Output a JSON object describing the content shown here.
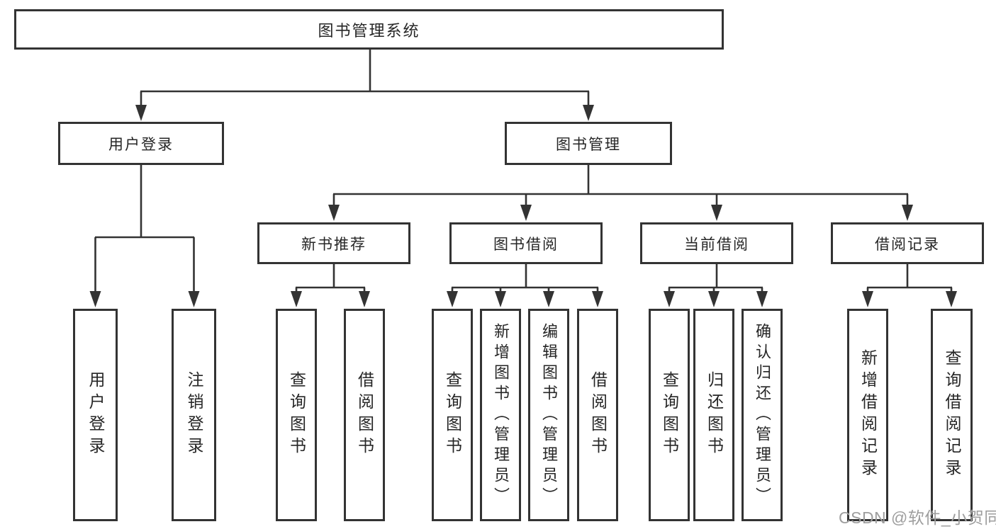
{
  "org_chart": {
    "root": {
      "label": "图书管理系统"
    },
    "children": [
      {
        "label": "用户登录",
        "children": [
          {
            "label": "用户登录"
          },
          {
            "label": "注销登录"
          }
        ]
      },
      {
        "label": "图书管理",
        "children": [
          {
            "label": "新书推荐",
            "children": [
              {
                "label": "查询图书"
              },
              {
                "label": "借阅图书"
              }
            ]
          },
          {
            "label": "图书借阅",
            "children": [
              {
                "label": "查询图书"
              },
              {
                "label": "新增图书（管理员）"
              },
              {
                "label": "编辑图书（管理员）"
              },
              {
                "label": "借阅图书"
              }
            ]
          },
          {
            "label": "当前借阅",
            "children": [
              {
                "label": "查询图书"
              },
              {
                "label": "归还图书"
              },
              {
                "label": "确认归还（管理员）"
              }
            ]
          },
          {
            "label": "借阅记录",
            "children": [
              {
                "label": "新增借阅记录"
              },
              {
                "label": "查询借阅记录"
              }
            ]
          }
        ]
      }
    ]
  },
  "watermark": {
    "text": "CSDN @软件_小贺同学"
  },
  "colors": {
    "line": "#333333",
    "text": "#262626",
    "background": "#ffffff",
    "watermark": "#9e9e9e"
  }
}
